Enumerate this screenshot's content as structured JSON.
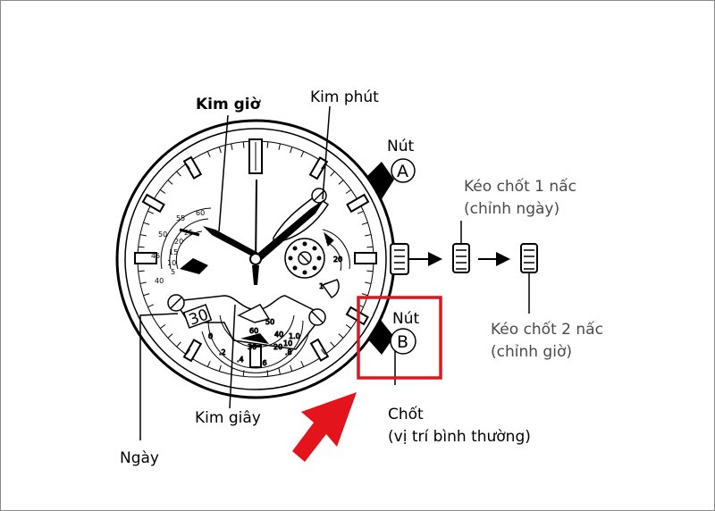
{
  "labels": {
    "hour_hand": "Kim giờ",
    "minute_hand": "Kim phút",
    "second_hand": "Kim giây",
    "date": "Ngày",
    "button_a_title": "Nút",
    "button_a_letter": "A",
    "button_b_title": "Nút",
    "button_b_letter": "B",
    "crown_normal_line1": "Chốt",
    "crown_normal_line2": "(vị trí bình thường)",
    "pull_1_line1": "Kéo chốt 1 nấc",
    "pull_1_line2": "(chỉnh ngày)",
    "pull_2_line1": "Kéo chốt 2 nấc",
    "pull_2_line2": "(chỉnh giờ)"
  },
  "dial": {
    "date_window": "30",
    "left_subdial_ticks": [
      "60",
      "55",
      "50",
      "45",
      "40"
    ],
    "left_subdial_inner_ticks": [
      "25",
      "20",
      "15",
      "10",
      "5"
    ],
    "right_subdial_ticks": [
      "20",
      "16"
    ],
    "bottom_subdial_ticks": [
      "60",
      "50",
      "40",
      "30",
      "20",
      "10",
      "1.0",
      ".8",
      ".6",
      ".4",
      ".2",
      "0"
    ]
  },
  "colors": {
    "highlight_box": "#e3141b",
    "arrow": "#e3141b",
    "ink": "#000000",
    "grey_text": "#4a4a4a"
  },
  "icons": {
    "pointer": "red-arrow-icon",
    "crown": "crown-icon"
  }
}
